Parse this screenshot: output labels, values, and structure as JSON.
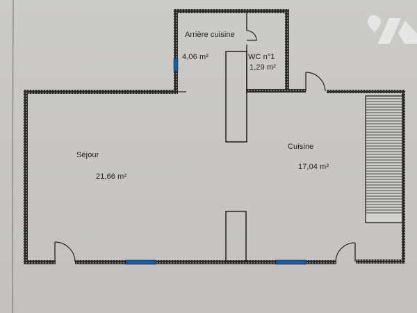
{
  "plan": {
    "rooms": [
      {
        "name": "Arrière cuisine",
        "area": "4,06  m²"
      },
      {
        "name": "WC n°1",
        "area": "1,29  m²"
      },
      {
        "name": "Séjour",
        "area": "21,66  m²"
      },
      {
        "name": "Cuisine",
        "area": "17,04  m²"
      }
    ],
    "colors": {
      "wall": "#2a2a2a",
      "window": "#1c5a9a",
      "paper": "#c8c7c5",
      "logo": "#e6e6e6"
    },
    "icons": {
      "logo": "agency-logo-icon",
      "door": "door-swing-icon",
      "window": "window-icon",
      "stairs": "staircase-icon"
    }
  }
}
